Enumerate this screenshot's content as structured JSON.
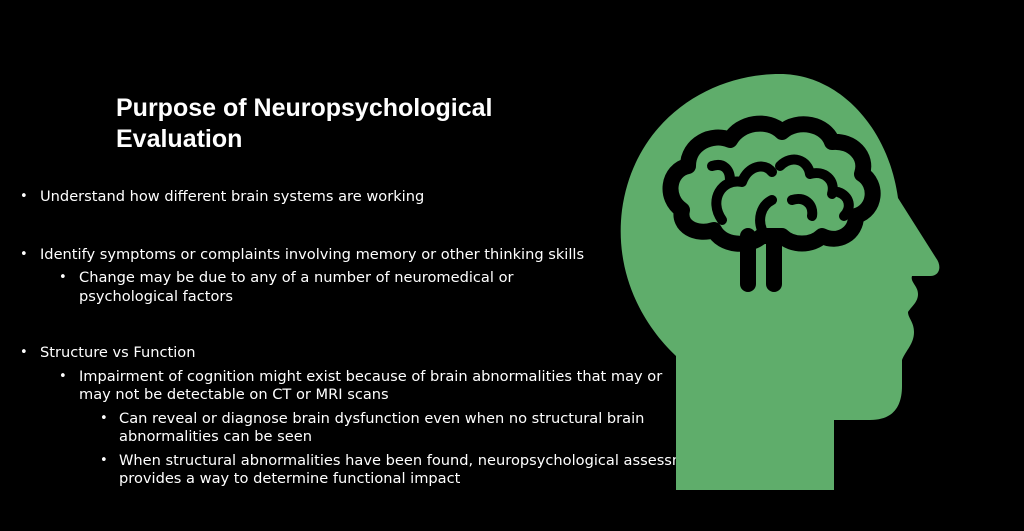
{
  "slide": {
    "title": "Purpose of Neuropsychological Evaluation",
    "bullets": [
      {
        "level": 1,
        "text": "Understand how different brain systems are working"
      },
      {
        "level": 1,
        "text": "Identify symptoms or complaints involving memory or other thinking skills"
      },
      {
        "level": 2,
        "text": "Change may be due to any of a number of neuromedical or psychological factors"
      },
      {
        "level": 1,
        "text": "Structure vs Function"
      },
      {
        "level": 2,
        "text": "Impairment of cognition might exist because of brain abnormalities that may or may not be detectable on CT or MRI scans"
      },
      {
        "level": 3,
        "text": "Can reveal or diagnose brain dysfunction even when no structural brain abnormalities can be seen"
      },
      {
        "level": 3,
        "text": "When structural abnormalities have been found, neuropsychological assessment provides a way to determine functional impact"
      }
    ],
    "bullet_glyph": "•"
  },
  "graphic": {
    "icon": "head-with-brain-icon",
    "head_color": "#5fad6b",
    "brain_outline_color": "#000000"
  }
}
